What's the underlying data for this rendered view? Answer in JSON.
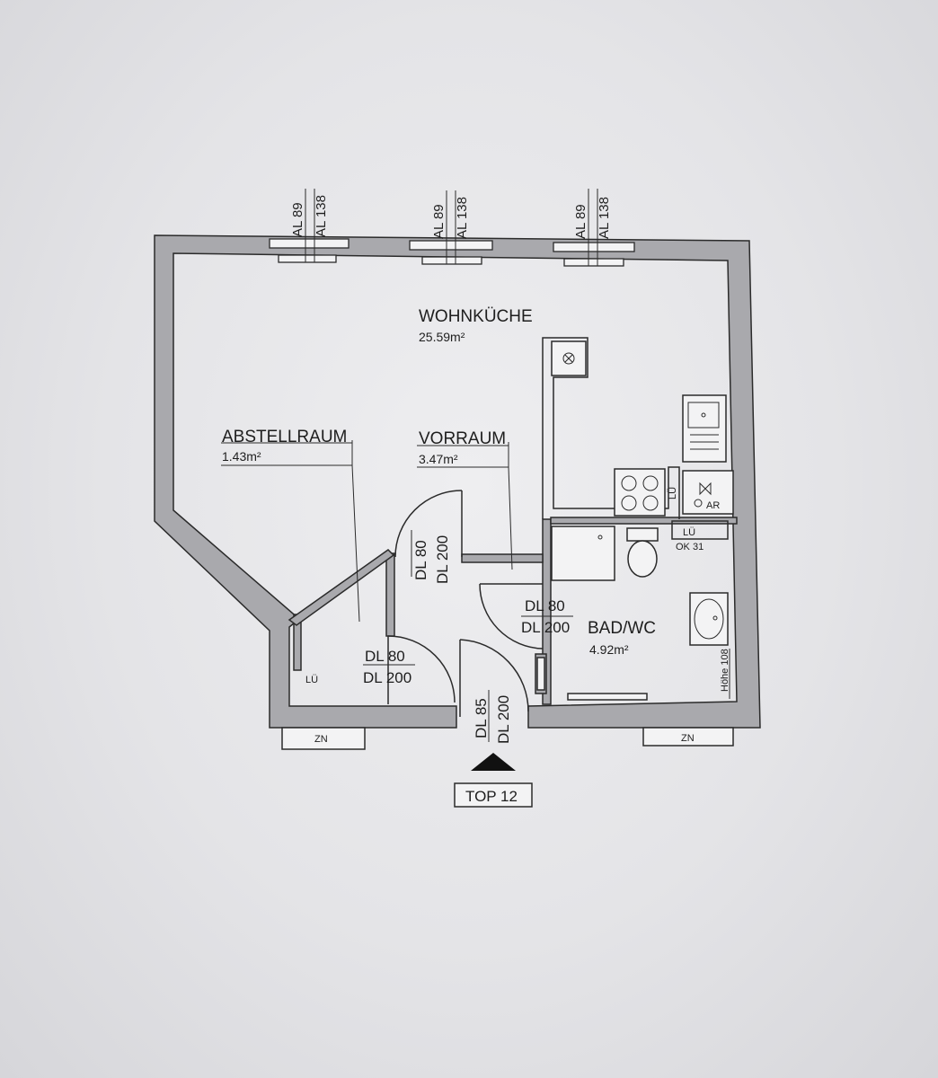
{
  "rooms": {
    "wohnkueche": {
      "name": "WOHNKÜCHE",
      "area": "25.59m²"
    },
    "abstellraum": {
      "name": "ABSTELLRAUM",
      "area": "1.43m²"
    },
    "vorraum": {
      "name": "VORRAUM",
      "area": "3.47m²"
    },
    "bad_wc": {
      "name": "BAD/WC",
      "area": "4.92m²"
    }
  },
  "windows": [
    {
      "label_a": "AL 89",
      "label_b": "AL 138"
    },
    {
      "label_a": "AL 89",
      "label_b": "AL 138"
    },
    {
      "label_a": "AL 89",
      "label_b": "AL 138"
    }
  ],
  "doors": {
    "vorraum_door": {
      "width": "DL 80",
      "height": "DL 200"
    },
    "bad_door": {
      "width": "DL 80",
      "height": "DL 200"
    },
    "abstell_door": {
      "width": "DL 80",
      "height": "DL 200"
    },
    "entrance_door": {
      "width": "DL 85",
      "height": "DL 200"
    }
  },
  "annotations": {
    "lu_kitchen": "LÜ",
    "lu_bad": "LÜ",
    "ok": "OK 31",
    "ar": "AR",
    "lu_abstell": "LÜ",
    "hoehe": "Höhe 108",
    "zn_left": "ZN",
    "zn_right": "ZN"
  },
  "unit": {
    "label": "TOP 12"
  }
}
